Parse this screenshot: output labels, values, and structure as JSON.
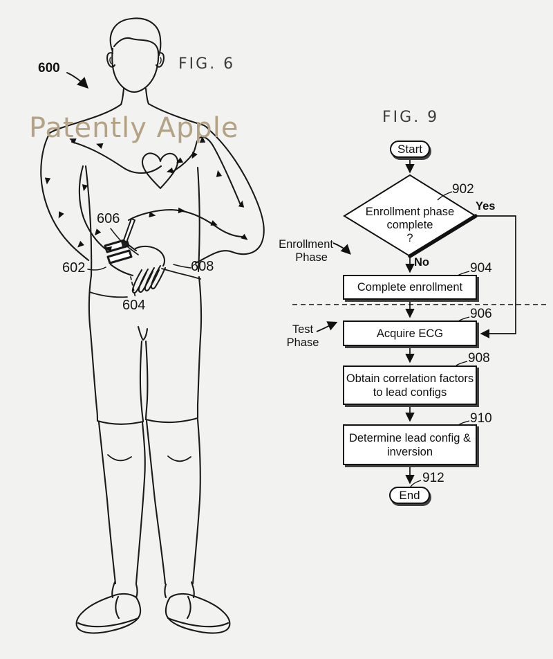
{
  "canvas": {
    "background_color": "#f2f2f1",
    "line_color": "#1a1a1a",
    "watermark_color": "#b3a283"
  },
  "fig6": {
    "title": "FIG. 6",
    "watermark": "Patently Apple",
    "figure_ref": "600",
    "callouts": [
      {
        "ref": "606",
        "target": "digital-crown"
      },
      {
        "ref": "602",
        "target": "watch"
      },
      {
        "ref": "608",
        "target": "touching-finger"
      },
      {
        "ref": "604",
        "target": "watch-hand"
      }
    ]
  },
  "fig9": {
    "title": "FIG. 9",
    "start_label": "Start",
    "end_label": "End",
    "end_ref": "912",
    "decision": {
      "ref": "902",
      "lines": [
        "Enrollment phase",
        "complete",
        "?"
      ],
      "yes_label": "Yes",
      "no_label": "No"
    },
    "phase_labels": {
      "enrollment": [
        "Enrollment",
        "Phase"
      ],
      "test": [
        "Test",
        "Phase"
      ]
    },
    "steps": [
      {
        "ref": "904",
        "lines": [
          "Complete enrollment"
        ]
      },
      {
        "ref": "906",
        "lines": [
          "Acquire ECG"
        ]
      },
      {
        "ref": "908",
        "lines": [
          "Obtain correlation factors",
          "to lead configs"
        ]
      },
      {
        "ref": "910",
        "lines": [
          "Determine lead config &",
          "inversion"
        ]
      }
    ]
  }
}
